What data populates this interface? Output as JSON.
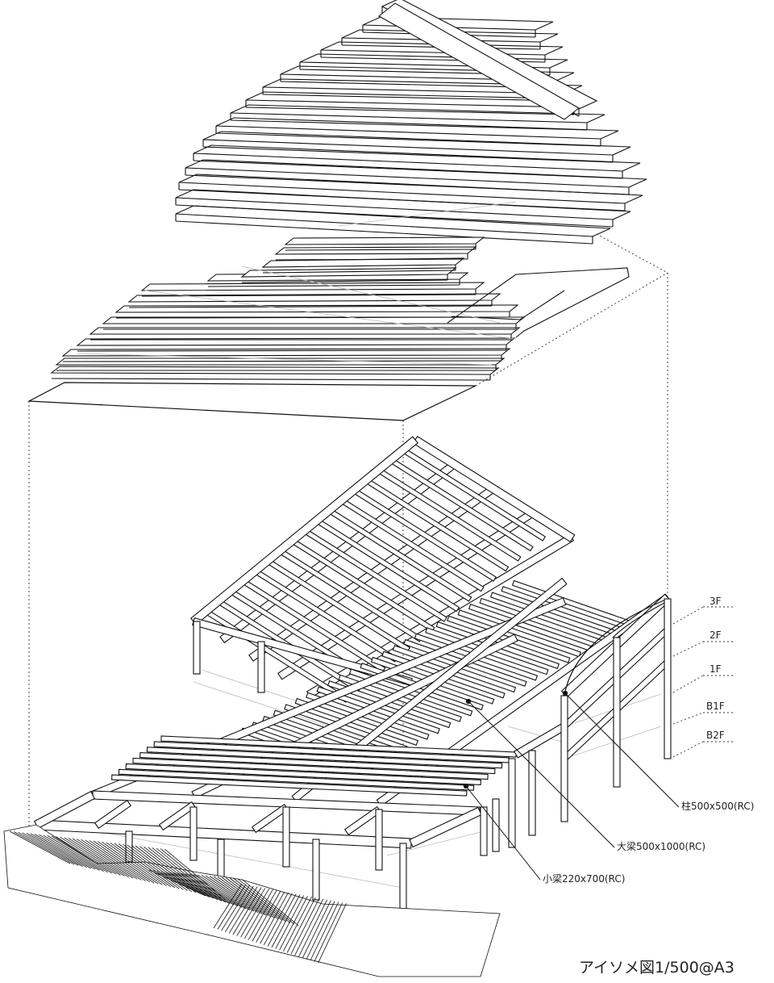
{
  "levels": [
    "3F",
    "2F",
    "1F",
    "B1F",
    "B2F"
  ],
  "callouts": {
    "column": "柱500x500(RC)",
    "girder": "大梁500x1000(RC)",
    "beam": "小梁220x700(RC)"
  },
  "caption": "アイソメ図1/500@A3"
}
